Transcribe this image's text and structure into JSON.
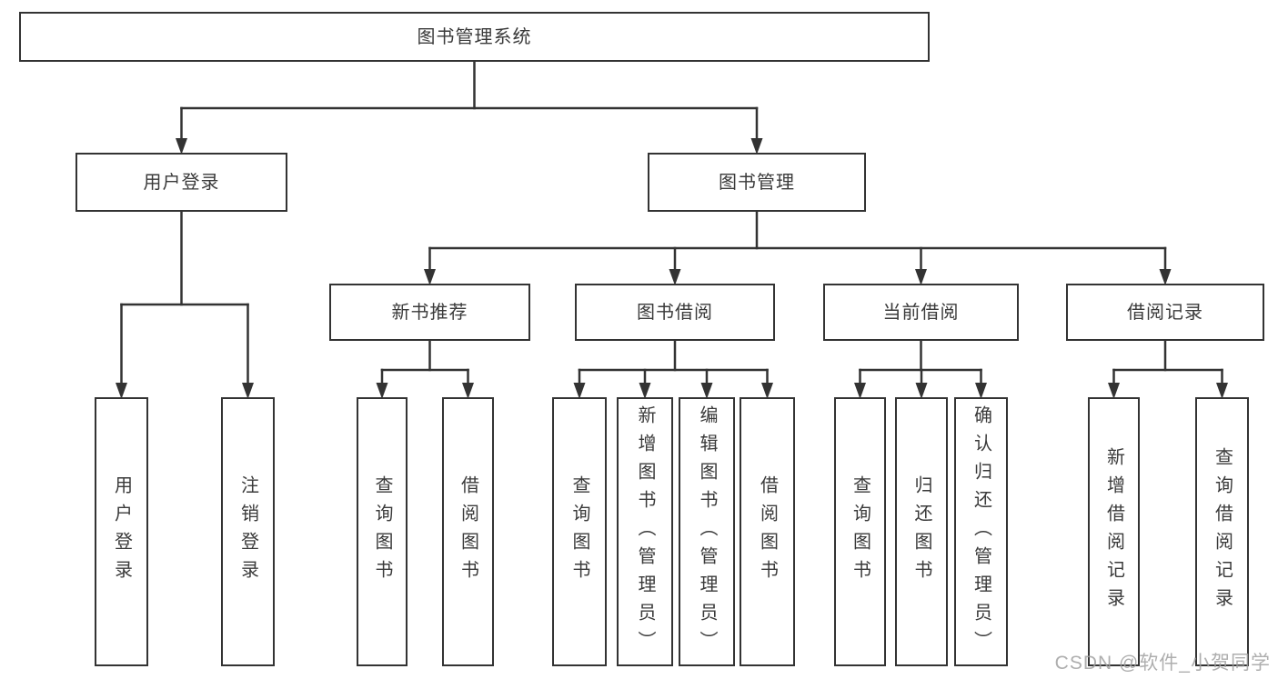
{
  "diagram": {
    "root": {
      "label": "图书管理系统"
    },
    "level2": [
      {
        "id": "user-login",
        "label": "用户登录"
      },
      {
        "id": "book-management",
        "label": "图书管理"
      }
    ],
    "level3": [
      {
        "id": "new-book-recommendation",
        "label": "新书推荐",
        "parent": "图书管理"
      },
      {
        "id": "book-borrowing",
        "label": "图书借阅",
        "parent": "图书管理"
      },
      {
        "id": "current-borrowing",
        "label": "当前借阅",
        "parent": "图书管理"
      },
      {
        "id": "borrowing-records",
        "label": "借阅记录",
        "parent": "图书管理"
      }
    ],
    "leaves": [
      {
        "label": "用户登录",
        "parent": "用户登录"
      },
      {
        "label": "注销登录",
        "parent": "用户登录"
      },
      {
        "label": "查询图书",
        "parent": "新书推荐"
      },
      {
        "label": "借阅图书",
        "parent": "新书推荐"
      },
      {
        "label": "查询图书",
        "parent": "图书借阅"
      },
      {
        "label": "新增图书（管理员）",
        "parent": "图书借阅"
      },
      {
        "label": "编辑图书（管理员）",
        "parent": "图书借阅"
      },
      {
        "label": "借阅图书",
        "parent": "图书借阅"
      },
      {
        "label": "查询图书",
        "parent": "当前借阅"
      },
      {
        "label": "归还图书",
        "parent": "当前借阅"
      },
      {
        "label": "确认归还（管理员）",
        "parent": "当前借阅"
      },
      {
        "label": "新增借阅记录",
        "parent": "借阅记录"
      },
      {
        "label": "查询借阅记录",
        "parent": "借阅记录"
      }
    ],
    "watermark": "CSDN @软件_小贺同学",
    "colors": {
      "line": "#333333",
      "text": "#3a3a3a",
      "box_background": "#ffffff",
      "background": "#ffffff",
      "watermark": "#a0a0a0"
    }
  }
}
